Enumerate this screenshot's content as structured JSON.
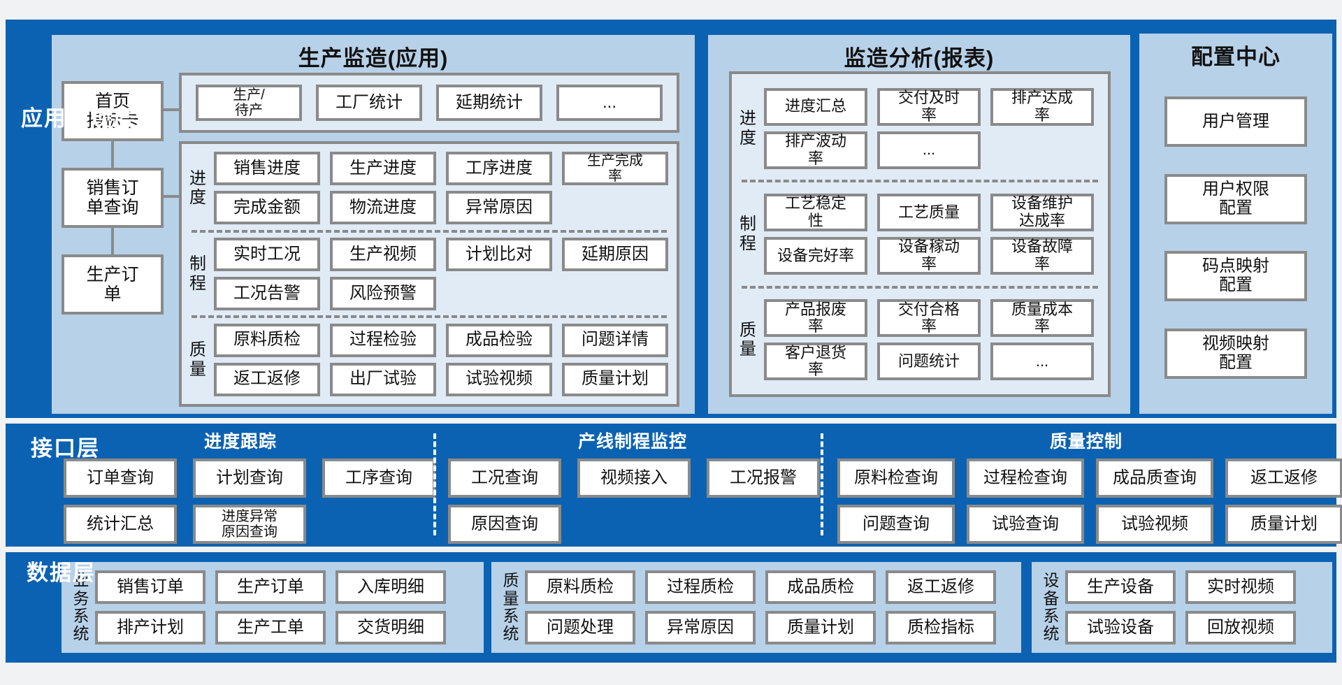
{
  "colors": {
    "accent_blue": "#0b62b2",
    "panel_blue": "#b7d1e8",
    "subpanel_blue": "#e0ebf6",
    "border_gray": "#8a8a8a",
    "text_dark": "#111111",
    "label_white": "#ffffff",
    "page_bg": "#f1f2f3"
  },
  "app_layer": {
    "label": "应用展现层",
    "production_panel": {
      "title": "生产监造(应用)",
      "side_boxes": [
        "首页\n指标卡",
        "销售订\n单查询",
        "生产订\n单"
      ],
      "top_row": [
        "生产/\n待产",
        "工厂统计",
        "延期统计",
        "..."
      ],
      "groups": [
        {
          "label": "进\n度",
          "rows": [
            [
              "销售进度",
              "生产进度",
              "工序进度",
              "生产完成\n率"
            ],
            [
              "完成金额",
              "物流进度",
              "异常原因"
            ]
          ]
        },
        {
          "label": "制\n程",
          "rows": [
            [
              "实时工况",
              "生产视频",
              "计划比对",
              "延期原因"
            ],
            [
              "工况告警",
              "风险预警"
            ]
          ]
        },
        {
          "label": "质\n量",
          "rows": [
            [
              "原料质检",
              "过程检验",
              "成品检验",
              "问题详情"
            ],
            [
              "返工返修",
              "出厂试验",
              "试验视频",
              "质量计划"
            ]
          ]
        }
      ]
    },
    "analysis_panel": {
      "title": "监造分析(报表)",
      "groups": [
        {
          "label": "进\n度",
          "rows": [
            [
              "进度汇总",
              "交付及时\n率",
              "排产达成\n率"
            ],
            [
              "排产波动\n率",
              "..."
            ]
          ]
        },
        {
          "label": "制\n程",
          "rows": [
            [
              "工艺稳定\n性",
              "工艺质量",
              "设备维护\n达成率"
            ],
            [
              "设备完好率",
              "设备稼动\n率",
              "设备故障\n率"
            ]
          ]
        },
        {
          "label": "质\n量",
          "rows": [
            [
              "产品报废\n率",
              "交付合格\n率",
              "质量成本\n率"
            ],
            [
              "客户退货\n率",
              "问题统计",
              "..."
            ]
          ]
        }
      ]
    },
    "config_panel": {
      "title": "配置中心",
      "items": [
        "用户管理",
        "用户权限\n配置",
        "码点映射\n配置",
        "视频映射\n配置"
      ]
    }
  },
  "interface_layer": {
    "label": "接口层",
    "sections": [
      {
        "title": "进度跟踪",
        "rows": [
          [
            "订单查询",
            "计划查询",
            "工序查询"
          ],
          [
            "统计汇总",
            "进度异常\n原因查询"
          ]
        ]
      },
      {
        "title": "产线制程监控",
        "rows": [
          [
            "工况查询",
            "视频接入",
            "工况报警"
          ],
          [
            "原因查询"
          ]
        ]
      },
      {
        "title": "质量控制",
        "rows": [
          [
            "原料检查询",
            "过程检查询",
            "成品质查询",
            "返工返修"
          ],
          [
            "问题查询",
            "试验查询",
            "试验视频",
            "质量计划"
          ]
        ]
      }
    ]
  },
  "data_layer": {
    "label": "数据层",
    "systems": [
      {
        "label": "业\n务\n系\n统",
        "rows": [
          [
            "销售订单",
            "生产订单",
            "入库明细"
          ],
          [
            "排产计划",
            "生产工单",
            "交货明细"
          ]
        ]
      },
      {
        "label": "质\n量\n系\n统",
        "rows": [
          [
            "原料质检",
            "过程质检",
            "成品质检",
            "返工返修"
          ],
          [
            "问题处理",
            "异常原因",
            "质量计划",
            "质检指标"
          ]
        ]
      },
      {
        "label": "设\n备\n系\n统",
        "rows": [
          [
            "生产设备",
            "实时视频"
          ],
          [
            "试验设备",
            "回放视频"
          ]
        ]
      }
    ]
  }
}
